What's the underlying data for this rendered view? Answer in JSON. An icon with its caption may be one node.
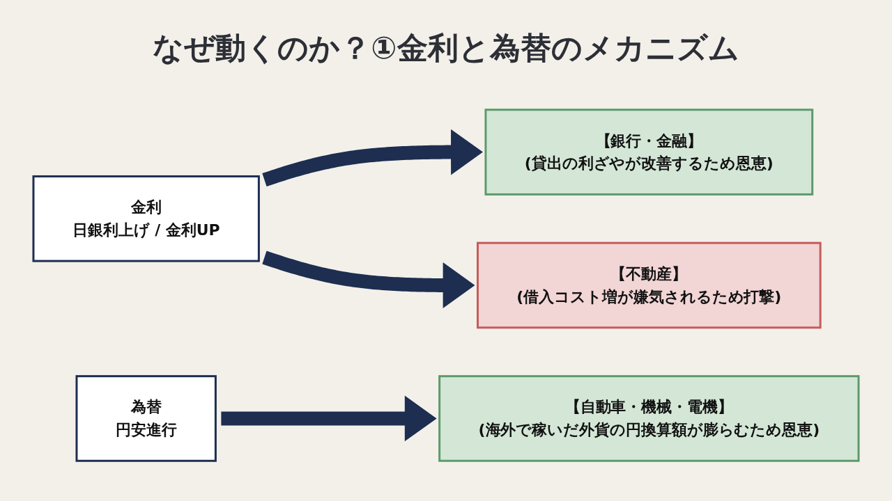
{
  "diagram": {
    "title": "なぜ動くのか？①金利と為替のメカニズム",
    "nodes": [
      {
        "text": [
          "金利",
          "日銀利上げ / 金利UP"
        ]
      },
      {
        "text": [
          "【銀行・金融】",
          "(貸出の利ざやが改善するため恩恵)"
        ]
      },
      {
        "text": [
          "【不動産】",
          "(借入コスト増が嫌気されるため打撃)"
        ]
      },
      {
        "text": [
          "為替",
          "円安進行"
        ]
      },
      {
        "text": [
          "【自動車・機械・電機】",
          "(海外で稼いだ外貨の円換算額が膨らむため恩恵)"
        ]
      }
    ],
    "edges": [
      {
        "from": 0,
        "to": 1,
        "arrow": "to"
      },
      {
        "from": 0,
        "to": 2,
        "arrow": "to"
      },
      {
        "from": 3,
        "to": 4,
        "arrow": "to"
      }
    ]
  }
}
